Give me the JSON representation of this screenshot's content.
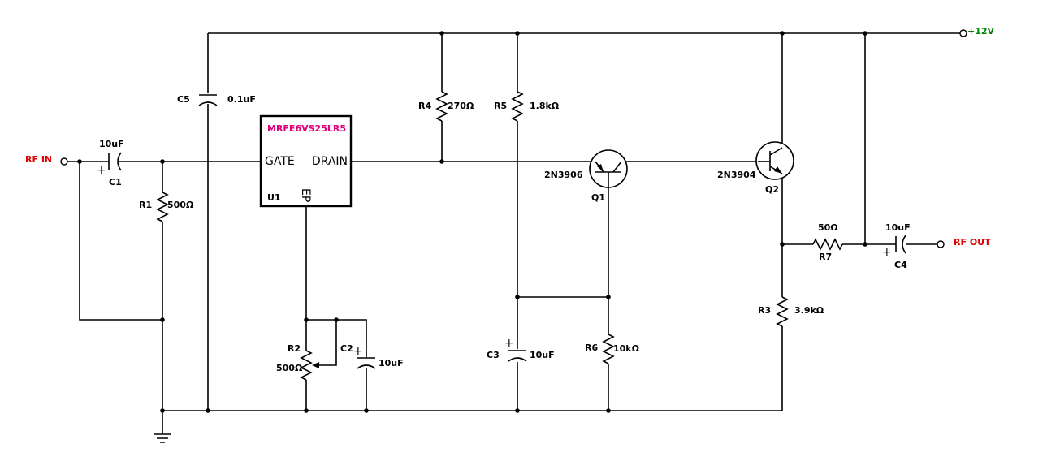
{
  "ports": {
    "rf_in": "RF IN",
    "rf_out": "RF OUT",
    "vcc": "+12V"
  },
  "ic": {
    "part_number": "MRFE6VS25LR5",
    "ref": "U1",
    "pin_gate": "GATE",
    "pin_drain": "DRAIN",
    "pin_ep": "EP"
  },
  "components": {
    "c1": {
      "ref": "C1",
      "value": "10uF"
    },
    "c2": {
      "ref": "C2",
      "value": "10uF"
    },
    "c3": {
      "ref": "C3",
      "value": "10uF"
    },
    "c4": {
      "ref": "C4",
      "value": "10uF"
    },
    "c5": {
      "ref": "C5",
      "value": "0.1uF"
    },
    "r1": {
      "ref": "R1",
      "value": "500Ω"
    },
    "r2": {
      "ref": "R2",
      "value": "500Ω"
    },
    "r3": {
      "ref": "R3",
      "value": "3.9kΩ"
    },
    "r4": {
      "ref": "R4",
      "value": "270Ω"
    },
    "r5": {
      "ref": "R5",
      "value": "1.8kΩ"
    },
    "r6": {
      "ref": "R6",
      "value": "10kΩ"
    },
    "r7": {
      "ref": "R7",
      "value": "50Ω"
    },
    "q1": {
      "ref": "Q1",
      "part": "2N3906"
    },
    "q2": {
      "ref": "Q2",
      "part": "2N3904"
    },
    "polarity_mark": "+"
  },
  "colors": {
    "rf_port": "#e00000",
    "vcc_port": "#008000",
    "part_number": "#e0007a",
    "wire": "#000000"
  }
}
